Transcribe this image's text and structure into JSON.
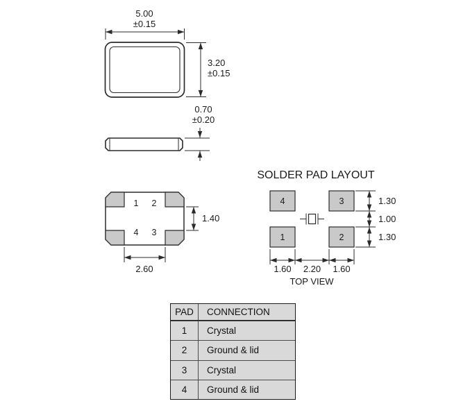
{
  "colors": {
    "pad_fill": "#c9c9c9",
    "table_fill": "#d9d9d9",
    "line": "#2b2b2b"
  },
  "package_top_view": {
    "width": {
      "value": "5.00",
      "tolerance": "±0.15"
    },
    "height": {
      "value": "3.20",
      "tolerance": "±0.15"
    }
  },
  "package_side_view": {
    "thickness": {
      "value": "0.70",
      "tolerance": "±0.20"
    }
  },
  "package_bottom_view": {
    "pad_labels": {
      "top_left": "1",
      "top_right": "2",
      "bottom_left": "4",
      "bottom_right": "3"
    },
    "dim_vertical": "1.40",
    "dim_horizontal": "2.60"
  },
  "solder_pad_layout": {
    "title": "SOLDER PAD LAYOUT",
    "view_label": "TOP VIEW",
    "pad_labels": {
      "top_left": "4",
      "top_right": "3",
      "bottom_left": "1",
      "bottom_right": "2"
    },
    "vertical_dims": [
      "1.30",
      "1.00",
      "1.30"
    ],
    "horizontal_dims": [
      "1.60",
      "2.20",
      "1.60"
    ]
  },
  "connection_table": {
    "headers": [
      "PAD",
      "CONNECTION"
    ],
    "rows": [
      {
        "pad": "1",
        "connection": "Crystal"
      },
      {
        "pad": "2",
        "connection": "Ground & lid"
      },
      {
        "pad": "3",
        "connection": "Crystal"
      },
      {
        "pad": "4",
        "connection": "Ground & lid"
      }
    ]
  }
}
